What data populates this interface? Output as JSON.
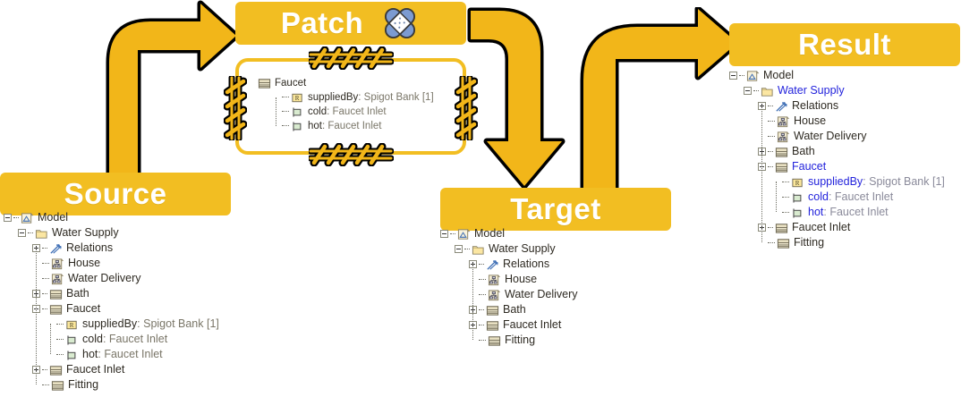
{
  "banners": {
    "source": {
      "label": "Source"
    },
    "patch": {
      "label": "Patch",
      "icon": "bandaid-icon"
    },
    "target": {
      "label": "Target"
    },
    "result": {
      "label": "Result"
    }
  },
  "arrows": [
    {
      "name": "arrow-source-to-patch",
      "from": "Source",
      "to": "Patch"
    },
    {
      "name": "arrow-patch-to-target",
      "from": "Patch",
      "to": "Target"
    },
    {
      "name": "arrow-target-to-result",
      "from": "Target",
      "to": "Result"
    }
  ],
  "colors": {
    "banner": "#F2BE22",
    "patch_border": "#F2BE22",
    "changed_text": "#2323DC",
    "type_text": "#7a7668",
    "tree_text": "#2e2a22"
  },
  "trees": {
    "source": {
      "title": "Source",
      "rows": [
        {
          "depth": 0,
          "toggle": "minus",
          "icon": "model-icon",
          "name": "Model",
          "type": "",
          "blue": false
        },
        {
          "depth": 1,
          "toggle": "minus",
          "icon": "folder-icon",
          "name": "Water Supply",
          "type": "",
          "blue": false
        },
        {
          "depth": 2,
          "toggle": "plus",
          "icon": "relations-icon",
          "name": "Relations",
          "type": "",
          "blue": false
        },
        {
          "depth": 2,
          "toggle": "leaf",
          "icon": "diagram-icon",
          "name": "House",
          "type": "",
          "blue": false
        },
        {
          "depth": 2,
          "toggle": "leaf",
          "icon": "diagram-icon",
          "name": "Water Delivery",
          "type": "",
          "blue": false
        },
        {
          "depth": 2,
          "toggle": "plus",
          "icon": "block-icon",
          "name": "Bath",
          "type": "",
          "blue": false
        },
        {
          "depth": 2,
          "toggle": "minus",
          "icon": "block-icon",
          "name": "Faucet",
          "type": "",
          "blue": false
        },
        {
          "depth": 3,
          "toggle": "leaf",
          "icon": "reference-icon",
          "name": "suppliedBy",
          "type": " : Spigot Bank [1]",
          "blue": false
        },
        {
          "depth": 3,
          "toggle": "leaf",
          "icon": "port-icon",
          "name": "cold",
          "type": " : Faucet Inlet",
          "blue": false
        },
        {
          "depth": 3,
          "toggle": "leaf",
          "icon": "port-icon",
          "name": "hot",
          "type": " : Faucet Inlet",
          "blue": false
        },
        {
          "depth": 2,
          "toggle": "plus",
          "icon": "block-icon",
          "name": "Faucet Inlet",
          "type": "",
          "blue": false
        },
        {
          "depth": 2,
          "toggle": "leaf",
          "icon": "block-icon",
          "name": "Fitting",
          "type": "",
          "blue": false
        }
      ]
    },
    "patch": {
      "title": "Patch",
      "rows": [
        {
          "depth": 0,
          "toggle": "none",
          "icon": "block-icon",
          "name": "Faucet",
          "type": "",
          "blue": false
        },
        {
          "depth": 1,
          "toggle": "leaf",
          "icon": "reference-icon",
          "name": "suppliedBy",
          "type": " : Spigot Bank [1]",
          "blue": false
        },
        {
          "depth": 1,
          "toggle": "leaf",
          "icon": "port-icon",
          "name": "cold",
          "type": " : Faucet Inlet",
          "blue": false
        },
        {
          "depth": 1,
          "toggle": "leaf",
          "icon": "port-icon",
          "name": "hot",
          "type": " : Faucet Inlet",
          "blue": false
        }
      ]
    },
    "target": {
      "title": "Target",
      "rows": [
        {
          "depth": 0,
          "toggle": "minus",
          "icon": "model-icon",
          "name": "Model",
          "type": "",
          "blue": false
        },
        {
          "depth": 1,
          "toggle": "minus",
          "icon": "folder-icon",
          "name": "Water Supply",
          "type": "",
          "blue": false
        },
        {
          "depth": 2,
          "toggle": "plus",
          "icon": "relations-icon",
          "name": "Relations",
          "type": "",
          "blue": false
        },
        {
          "depth": 2,
          "toggle": "leaf",
          "icon": "diagram-icon",
          "name": "House",
          "type": "",
          "blue": false
        },
        {
          "depth": 2,
          "toggle": "leaf",
          "icon": "diagram-icon",
          "name": "Water Delivery",
          "type": "",
          "blue": false
        },
        {
          "depth": 2,
          "toggle": "plus",
          "icon": "block-icon",
          "name": "Bath",
          "type": "",
          "blue": false
        },
        {
          "depth": 2,
          "toggle": "plus",
          "icon": "block-icon",
          "name": "Faucet Inlet",
          "type": "",
          "blue": false
        },
        {
          "depth": 2,
          "toggle": "leaf",
          "icon": "block-icon",
          "name": "Fitting",
          "type": "",
          "blue": false
        }
      ]
    },
    "result": {
      "title": "Result",
      "rows": [
        {
          "depth": 0,
          "toggle": "minus",
          "icon": "model-icon",
          "name": "Model",
          "type": "",
          "blue": false
        },
        {
          "depth": 1,
          "toggle": "minus",
          "icon": "folder-icon",
          "name": "Water Supply",
          "type": "",
          "blue": true
        },
        {
          "depth": 2,
          "toggle": "plus",
          "icon": "relations-icon",
          "name": "Relations",
          "type": "",
          "blue": false
        },
        {
          "depth": 2,
          "toggle": "leaf",
          "icon": "diagram-icon",
          "name": "House",
          "type": "",
          "blue": false
        },
        {
          "depth": 2,
          "toggle": "leaf",
          "icon": "diagram-icon",
          "name": "Water Delivery",
          "type": "",
          "blue": false
        },
        {
          "depth": 2,
          "toggle": "plus",
          "icon": "block-icon",
          "name": "Bath",
          "type": "",
          "blue": false
        },
        {
          "depth": 2,
          "toggle": "minus",
          "icon": "block-icon",
          "name": "Faucet",
          "type": "",
          "blue": true
        },
        {
          "depth": 3,
          "toggle": "leaf",
          "icon": "reference-icon",
          "name": "suppliedBy",
          "type": " : Spigot Bank [1]",
          "blue": true
        },
        {
          "depth": 3,
          "toggle": "leaf",
          "icon": "port-icon",
          "name": "cold",
          "type": " : Faucet Inlet",
          "blue": true
        },
        {
          "depth": 3,
          "toggle": "leaf",
          "icon": "port-icon",
          "name": "hot",
          "type": " : Faucet Inlet",
          "blue": true
        },
        {
          "depth": 2,
          "toggle": "plus",
          "icon": "block-icon",
          "name": "Faucet Inlet",
          "type": "",
          "blue": false
        },
        {
          "depth": 2,
          "toggle": "leaf",
          "icon": "block-icon",
          "name": "Fitting",
          "type": "",
          "blue": false
        }
      ]
    }
  }
}
